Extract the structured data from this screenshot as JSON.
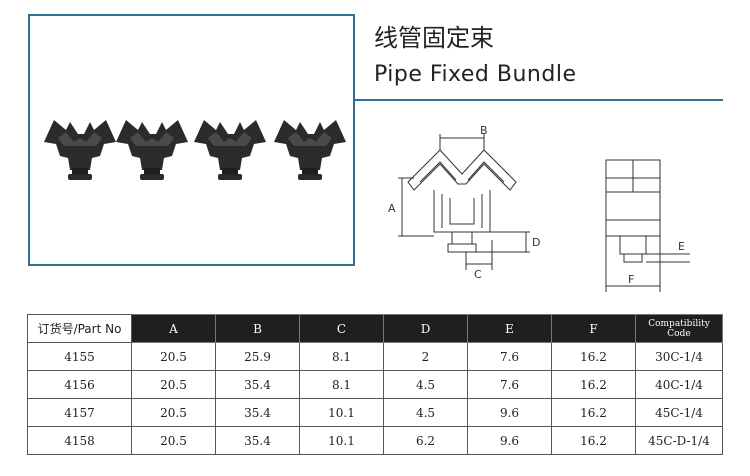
{
  "title_cn": "线管固定束",
  "title_en": "Pipe Fixed Bundle",
  "dimension_labels": {
    "a": "A",
    "b": "B",
    "c": "C",
    "d": "D",
    "e": "E",
    "f": "F"
  },
  "table": {
    "headers": [
      "订货号/Part No",
      "A",
      "B",
      "C",
      "D",
      "E",
      "F",
      "Compatibility Code"
    ],
    "rows": [
      [
        "4155",
        "20.5",
        "25.9",
        "8.1",
        "2",
        "7.6",
        "16.2",
        "30C-1/4"
      ],
      [
        "4156",
        "20.5",
        "35.4",
        "8.1",
        "4.5",
        "7.6",
        "16.2",
        "40C-1/4"
      ],
      [
        "4157",
        "20.5",
        "35.4",
        "10.1",
        "4.5",
        "9.6",
        "16.2",
        "45C-1/4"
      ],
      [
        "4158",
        "20.5",
        "35.4",
        "10.1",
        "6.2",
        "9.6",
        "16.2",
        "45C-D-1/4"
      ]
    ]
  },
  "colors": {
    "accent": "#2e6f95",
    "part": "#2b2b2b",
    "header_bg": "#1f1f1f"
  }
}
